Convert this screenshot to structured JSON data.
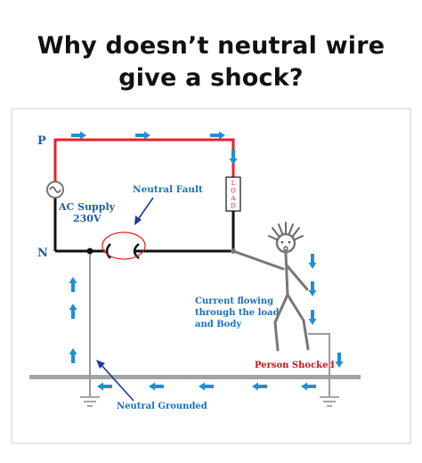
{
  "title": {
    "line1": "Why doesn’t neutral wire",
    "line2": "give a shock?"
  },
  "labels": {
    "phase": "P",
    "neutral": "N",
    "ac_supply": "AC Supply",
    "voltage": "230V",
    "neutral_fault": "Neutral Fault",
    "load": "LOAD",
    "current_line1": "Current flowing",
    "current_line2": "through the load",
    "current_line3": "and Body",
    "person_shocked": "Person Shocked",
    "neutral_grounded": "Neutral Grounded"
  },
  "colors": {
    "phase_wire": "#e8202a",
    "neutral_wire": "#111111",
    "arrow": "#1e8fd8",
    "label_blue": "#1a6fc0",
    "person_shocked": "#c8141b",
    "ground_line": "#9a9a9a",
    "fault_circle": "#e02020",
    "frame": "#cccccc"
  },
  "icons": {
    "ac_source": "ac-source-icon",
    "ground": "ground-symbol-icon",
    "person": "person-stick-figure-icon"
  }
}
